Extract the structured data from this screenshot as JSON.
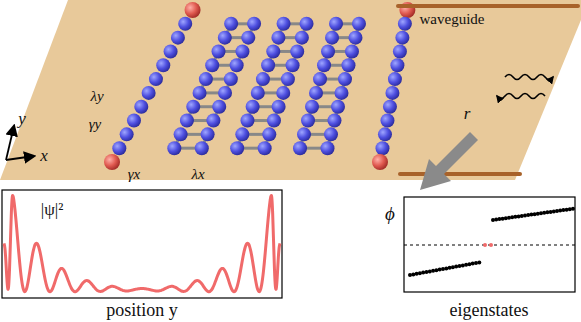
{
  "diagram": {
    "labels": [
      "waveguide",
      "r",
      "λy",
      "γy",
      "γx",
      "λx",
      "x",
      "y",
      "|ψ|²",
      "position y",
      "ϕ",
      "eigenstates"
    ]
  }
}
